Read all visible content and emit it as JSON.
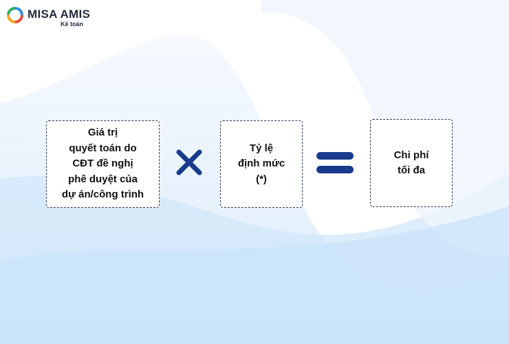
{
  "logo": {
    "brand": "MISA AMIS",
    "product": "Kế toán"
  },
  "formula": {
    "operand_1": "Giá trị\nquyết toán do\nCĐT đề nghị\nphê duyệt của\ndự án/công trình",
    "operator_multiply": "multiply-icon",
    "operand_2": "Tỷ lệ\nđịnh mức\n(*)",
    "operator_equals": "equals-icon",
    "result": "Chi phí\ntối đa"
  },
  "colors": {
    "operator": "#183b8c",
    "background_tint": "#dcecfb",
    "box_border": "#2a3552"
  }
}
